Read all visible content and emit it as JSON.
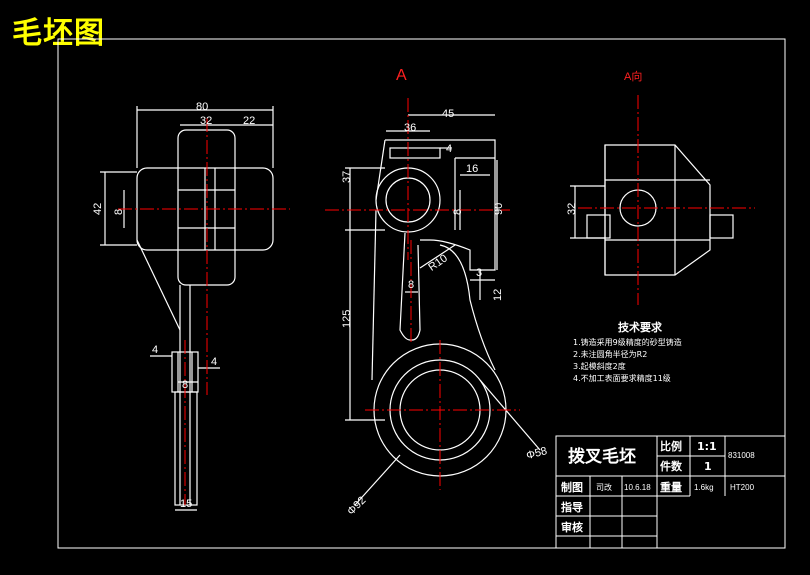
{
  "title": "毛坯图",
  "view_labels": {
    "section_a": "A",
    "view_a": "A向"
  },
  "colors": {
    "title": "#ffff00",
    "centerline": "#ff0000",
    "line": "#ffffff",
    "background": "#000000"
  },
  "dimensions": {
    "d80": "80",
    "d32": "32",
    "d22": "22",
    "d42": "42",
    "d8a": "8",
    "d4a": "4",
    "d4b": "4",
    "d8b": "8",
    "d15": "15",
    "d45": "45",
    "d36": "36",
    "d4c": "4",
    "d37": "37",
    "d16": "16",
    "d8c": "8",
    "d90": "90",
    "r10": "R10",
    "d8d": "8",
    "d3": "3",
    "d12": "12",
    "d125": "125",
    "phi58": "Φ58",
    "phi92": "Φ92",
    "d32b": "32"
  },
  "requirements": {
    "title": "技术要求",
    "items": [
      "1.铸造采用9级精度的砂型铸造",
      "2.未注圆角半径为R2",
      "3.起模斜度2度",
      "4.不加工表面要求精度11级"
    ]
  },
  "title_block": {
    "part_name": "拨叉毛坯",
    "scale_label": "比例",
    "scale_value": "1:1",
    "qty_label": "件数",
    "qty_value": "1",
    "drawing_no": "831008",
    "drawn_label": "制图",
    "drawn_by": "司改",
    "date": "10.6.18",
    "weight_label": "重量",
    "weight_value": "1.6kg",
    "material": "HT200",
    "guide_label": "指导",
    "review_label": "审核"
  }
}
